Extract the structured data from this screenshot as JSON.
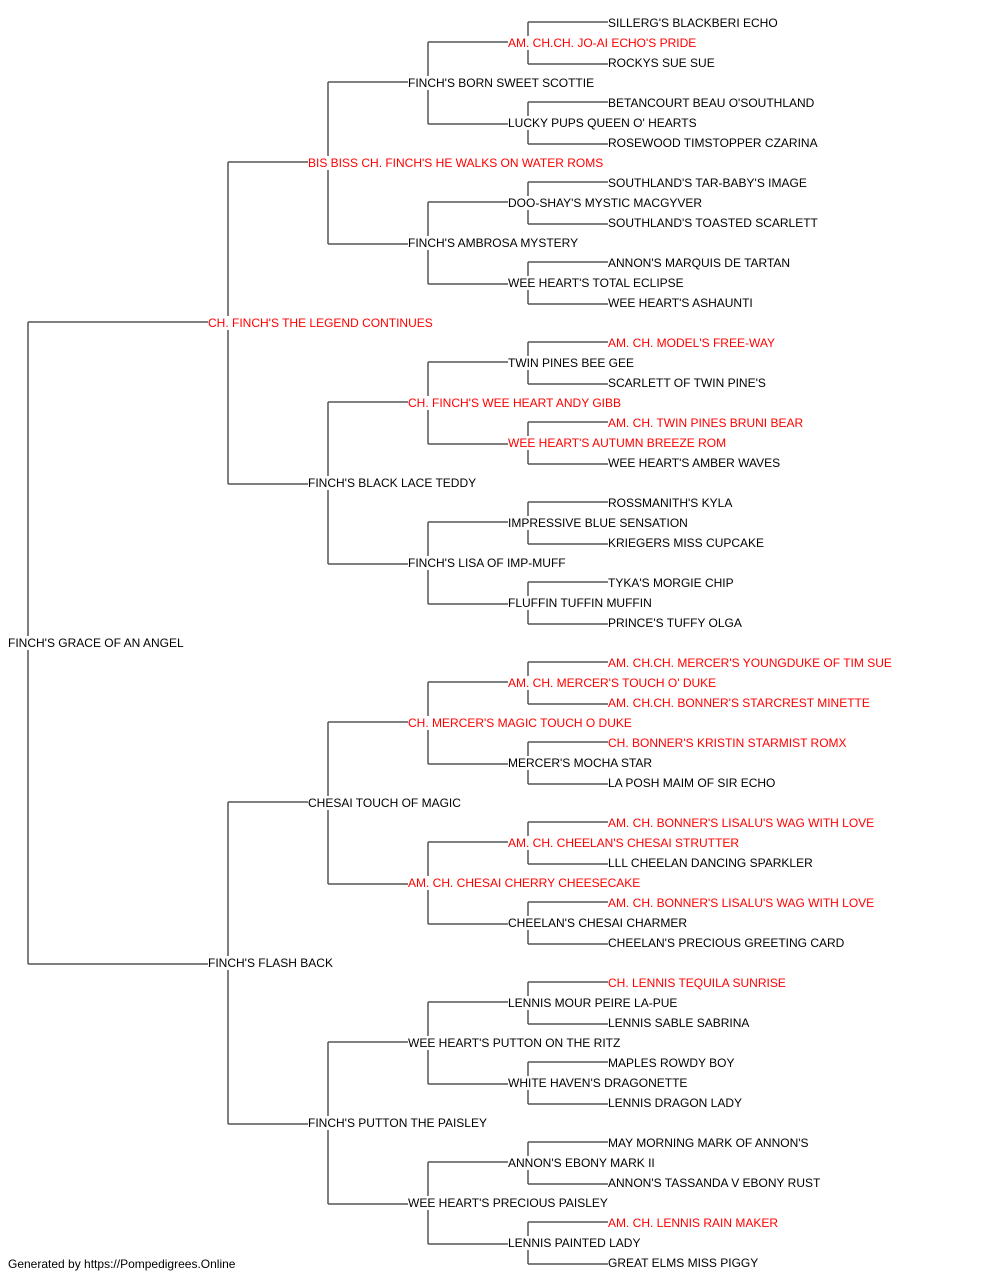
{
  "pedigree": {
    "subject": {
      "name": "FINCH'S GRACE OF AN ANGEL",
      "champion": false
    },
    "sire": {
      "name": "CH. FINCH'S THE LEGEND CONTINUES",
      "champion": true
    },
    "dam": {
      "name": "FINCH'S FLASH BACK",
      "champion": false
    },
    "grandparents": [
      {
        "name": "BIS BISS CH. FINCH'S HE WALKS ON WATER ROMS",
        "champion": true
      },
      {
        "name": "FINCH'S BLACK LACE TEDDY",
        "champion": false
      },
      {
        "name": "CHESAI TOUCH OF MAGIC",
        "champion": false
      },
      {
        "name": "FINCH'S PUTTON THE PAISLEY",
        "champion": false
      }
    ],
    "great_grandparents": [
      {
        "name": "FINCH'S BORN SWEET SCOTTIE",
        "champion": false
      },
      {
        "name": "FINCH'S AMBROSA MYSTERY",
        "champion": false
      },
      {
        "name": "CH. FINCH'S WEE HEART ANDY GIBB",
        "champion": true
      },
      {
        "name": "FINCH'S LISA OF IMP-MUFF",
        "champion": false
      },
      {
        "name": "CH. MERCER'S MAGIC TOUCH O DUKE",
        "champion": true
      },
      {
        "name": "AM. CH. CHESAI CHERRY CHEESECAKE",
        "champion": true
      },
      {
        "name": "WEE HEART'S PUTTON ON THE RITZ",
        "champion": false
      },
      {
        "name": "WEE HEART'S PRECIOUS PAISLEY",
        "champion": false
      }
    ],
    "gen4": [
      {
        "name": "AM. CH.CH. JO-AI ECHO'S PRIDE",
        "champion": true
      },
      {
        "name": "LUCKY PUPS QUEEN O' HEARTS",
        "champion": false
      },
      {
        "name": "DOO-SHAY'S MYSTIC MACGYVER",
        "champion": false
      },
      {
        "name": "WEE HEART'S TOTAL ECLIPSE",
        "champion": false
      },
      {
        "name": "TWIN PINES BEE GEE",
        "champion": false
      },
      {
        "name": "WEE HEART'S AUTUMN BREEZE ROM",
        "champion": true
      },
      {
        "name": "IMPRESSIVE BLUE SENSATION",
        "champion": false
      },
      {
        "name": "FLUFFIN TUFFIN MUFFIN",
        "champion": false
      },
      {
        "name": "AM. CH. MERCER'S TOUCH O' DUKE",
        "champion": true
      },
      {
        "name": "MERCER'S MOCHA STAR",
        "champion": false
      },
      {
        "name": "AM. CH. CHEELAN'S CHESAI STRUTTER",
        "champion": true
      },
      {
        "name": "CHEELAN'S CHESAI CHARMER",
        "champion": false
      },
      {
        "name": "LENNIS MOUR PEIRE LA-PUE",
        "champion": false
      },
      {
        "name": "WHITE HAVEN'S DRAGONETTE",
        "champion": false
      },
      {
        "name": "ANNON'S EBONY MARK II",
        "champion": false
      },
      {
        "name": "LENNIS PAINTED LADY",
        "champion": false
      }
    ],
    "gen5": [
      {
        "name": "SILLERG'S BLACKBERI ECHO",
        "champion": false
      },
      {
        "name": "ROCKYS SUE SUE",
        "champion": false
      },
      {
        "name": "BETANCOURT BEAU O'SOUTHLAND",
        "champion": false
      },
      {
        "name": "ROSEWOOD TIMSTOPPER CZARINA",
        "champion": false
      },
      {
        "name": "SOUTHLAND'S TAR-BABY'S IMAGE",
        "champion": false
      },
      {
        "name": "SOUTHLAND'S TOASTED SCARLETT",
        "champion": false
      },
      {
        "name": "ANNON'S MARQUIS DE TARTAN",
        "champion": false
      },
      {
        "name": "WEE HEART'S ASHAUNTI",
        "champion": false
      },
      {
        "name": "AM. CH. MODEL'S FREE-WAY",
        "champion": true
      },
      {
        "name": "SCARLETT OF TWIN PINE'S",
        "champion": false
      },
      {
        "name": "AM. CH. TWIN PINES BRUNI BEAR",
        "champion": true
      },
      {
        "name": "WEE HEART'S AMBER WAVES",
        "champion": false
      },
      {
        "name": "ROSSMANITH'S KYLA",
        "champion": false
      },
      {
        "name": "KRIEGERS MISS CUPCAKE",
        "champion": false
      },
      {
        "name": "TYKA'S MORGIE CHIP",
        "champion": false
      },
      {
        "name": "PRINCE'S TUFFY OLGA",
        "champion": false
      },
      {
        "name": "AM. CH.CH. MERCER'S YOUNGDUKE OF TIM SUE",
        "champion": true
      },
      {
        "name": "AM. CH.CH. BONNER'S STARCREST MINETTE",
        "champion": true
      },
      {
        "name": "CH. BONNER'S KRISTIN STARMIST ROMX",
        "champion": true
      },
      {
        "name": "LA POSH MAIM OF SIR ECHO",
        "champion": false
      },
      {
        "name": "AM. CH. BONNER'S LISALU'S WAG WITH LOVE",
        "champion": true
      },
      {
        "name": "LLL CHEELAN DANCING SPARKLER",
        "champion": false
      },
      {
        "name": "AM. CH. BONNER'S LISALU'S WAG WITH LOVE",
        "champion": true
      },
      {
        "name": "CHEELAN'S PRECIOUS GREETING CARD",
        "champion": false
      },
      {
        "name": "CH. LENNIS TEQUILA SUNRISE",
        "champion": true
      },
      {
        "name": "LENNIS SABLE SABRINA",
        "champion": false
      },
      {
        "name": "MAPLES ROWDY BOY",
        "champion": false
      },
      {
        "name": "LENNIS DRAGON LADY",
        "champion": false
      },
      {
        "name": "MAY MORNING MARK OF ANNON'S",
        "champion": false
      },
      {
        "name": "ANNON'S TASSANDA V EBONY RUST",
        "champion": false
      },
      {
        "name": "AM. CH. LENNIS RAIN MAKER",
        "champion": true
      },
      {
        "name": "GREAT ELMS MISS PIGGY",
        "champion": false
      }
    ]
  },
  "colors": {
    "champion": "#ff0000",
    "normal": "#000000",
    "line": "#555555"
  },
  "footer": "Generated by https://Pompedigrees.Online"
}
